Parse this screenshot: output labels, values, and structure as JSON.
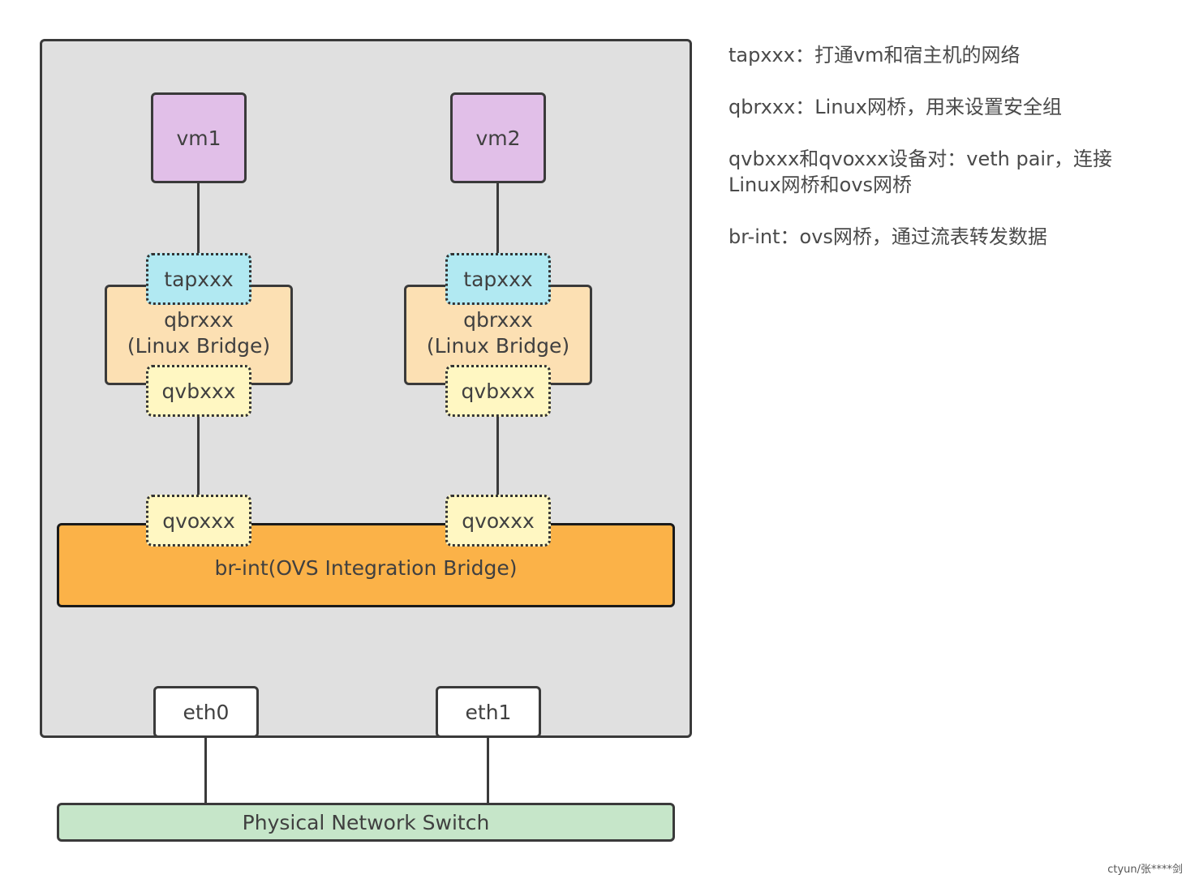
{
  "vms": [
    {
      "label": "vm1"
    },
    {
      "label": "vm2"
    }
  ],
  "stacks": [
    {
      "tap": "tapxxx",
      "qbr_name": "qbrxxx",
      "qbr_type": "(Linux Bridge)",
      "qvb": "qvbxxx",
      "qvo": "qvoxxx"
    },
    {
      "tap": "tapxxx",
      "qbr_name": "qbrxxx",
      "qbr_type": "(Linux Bridge)",
      "qvb": "qvbxxx",
      "qvo": "qvoxxx"
    }
  ],
  "br_int": "br-int(OVS Integration Bridge)",
  "eths": [
    {
      "label": "eth0"
    },
    {
      "label": "eth1"
    }
  ],
  "switch": "Physical Network Switch",
  "notes": [
    "tapxxx：打通vm和宿主机的网络",
    "qbrxxx：Linux网桥，用来设置安全组",
    "qvbxxx和qvoxxx设备对：veth pair，连接\nLinux网桥和ovs网桥",
    "br-int：ovs网桥，通过流表转发数据"
  ],
  "watermark": "ctyun/张****剑",
  "colors": {
    "host_bg": "#e0e0e0",
    "vm": "#e1bfe8",
    "tap": "#b1e9f2",
    "qbr": "#fce0b3",
    "veth": "#fff7c2",
    "br_int": "#fbb248",
    "eth": "#ffffff",
    "switch": "#c6e6c9"
  }
}
